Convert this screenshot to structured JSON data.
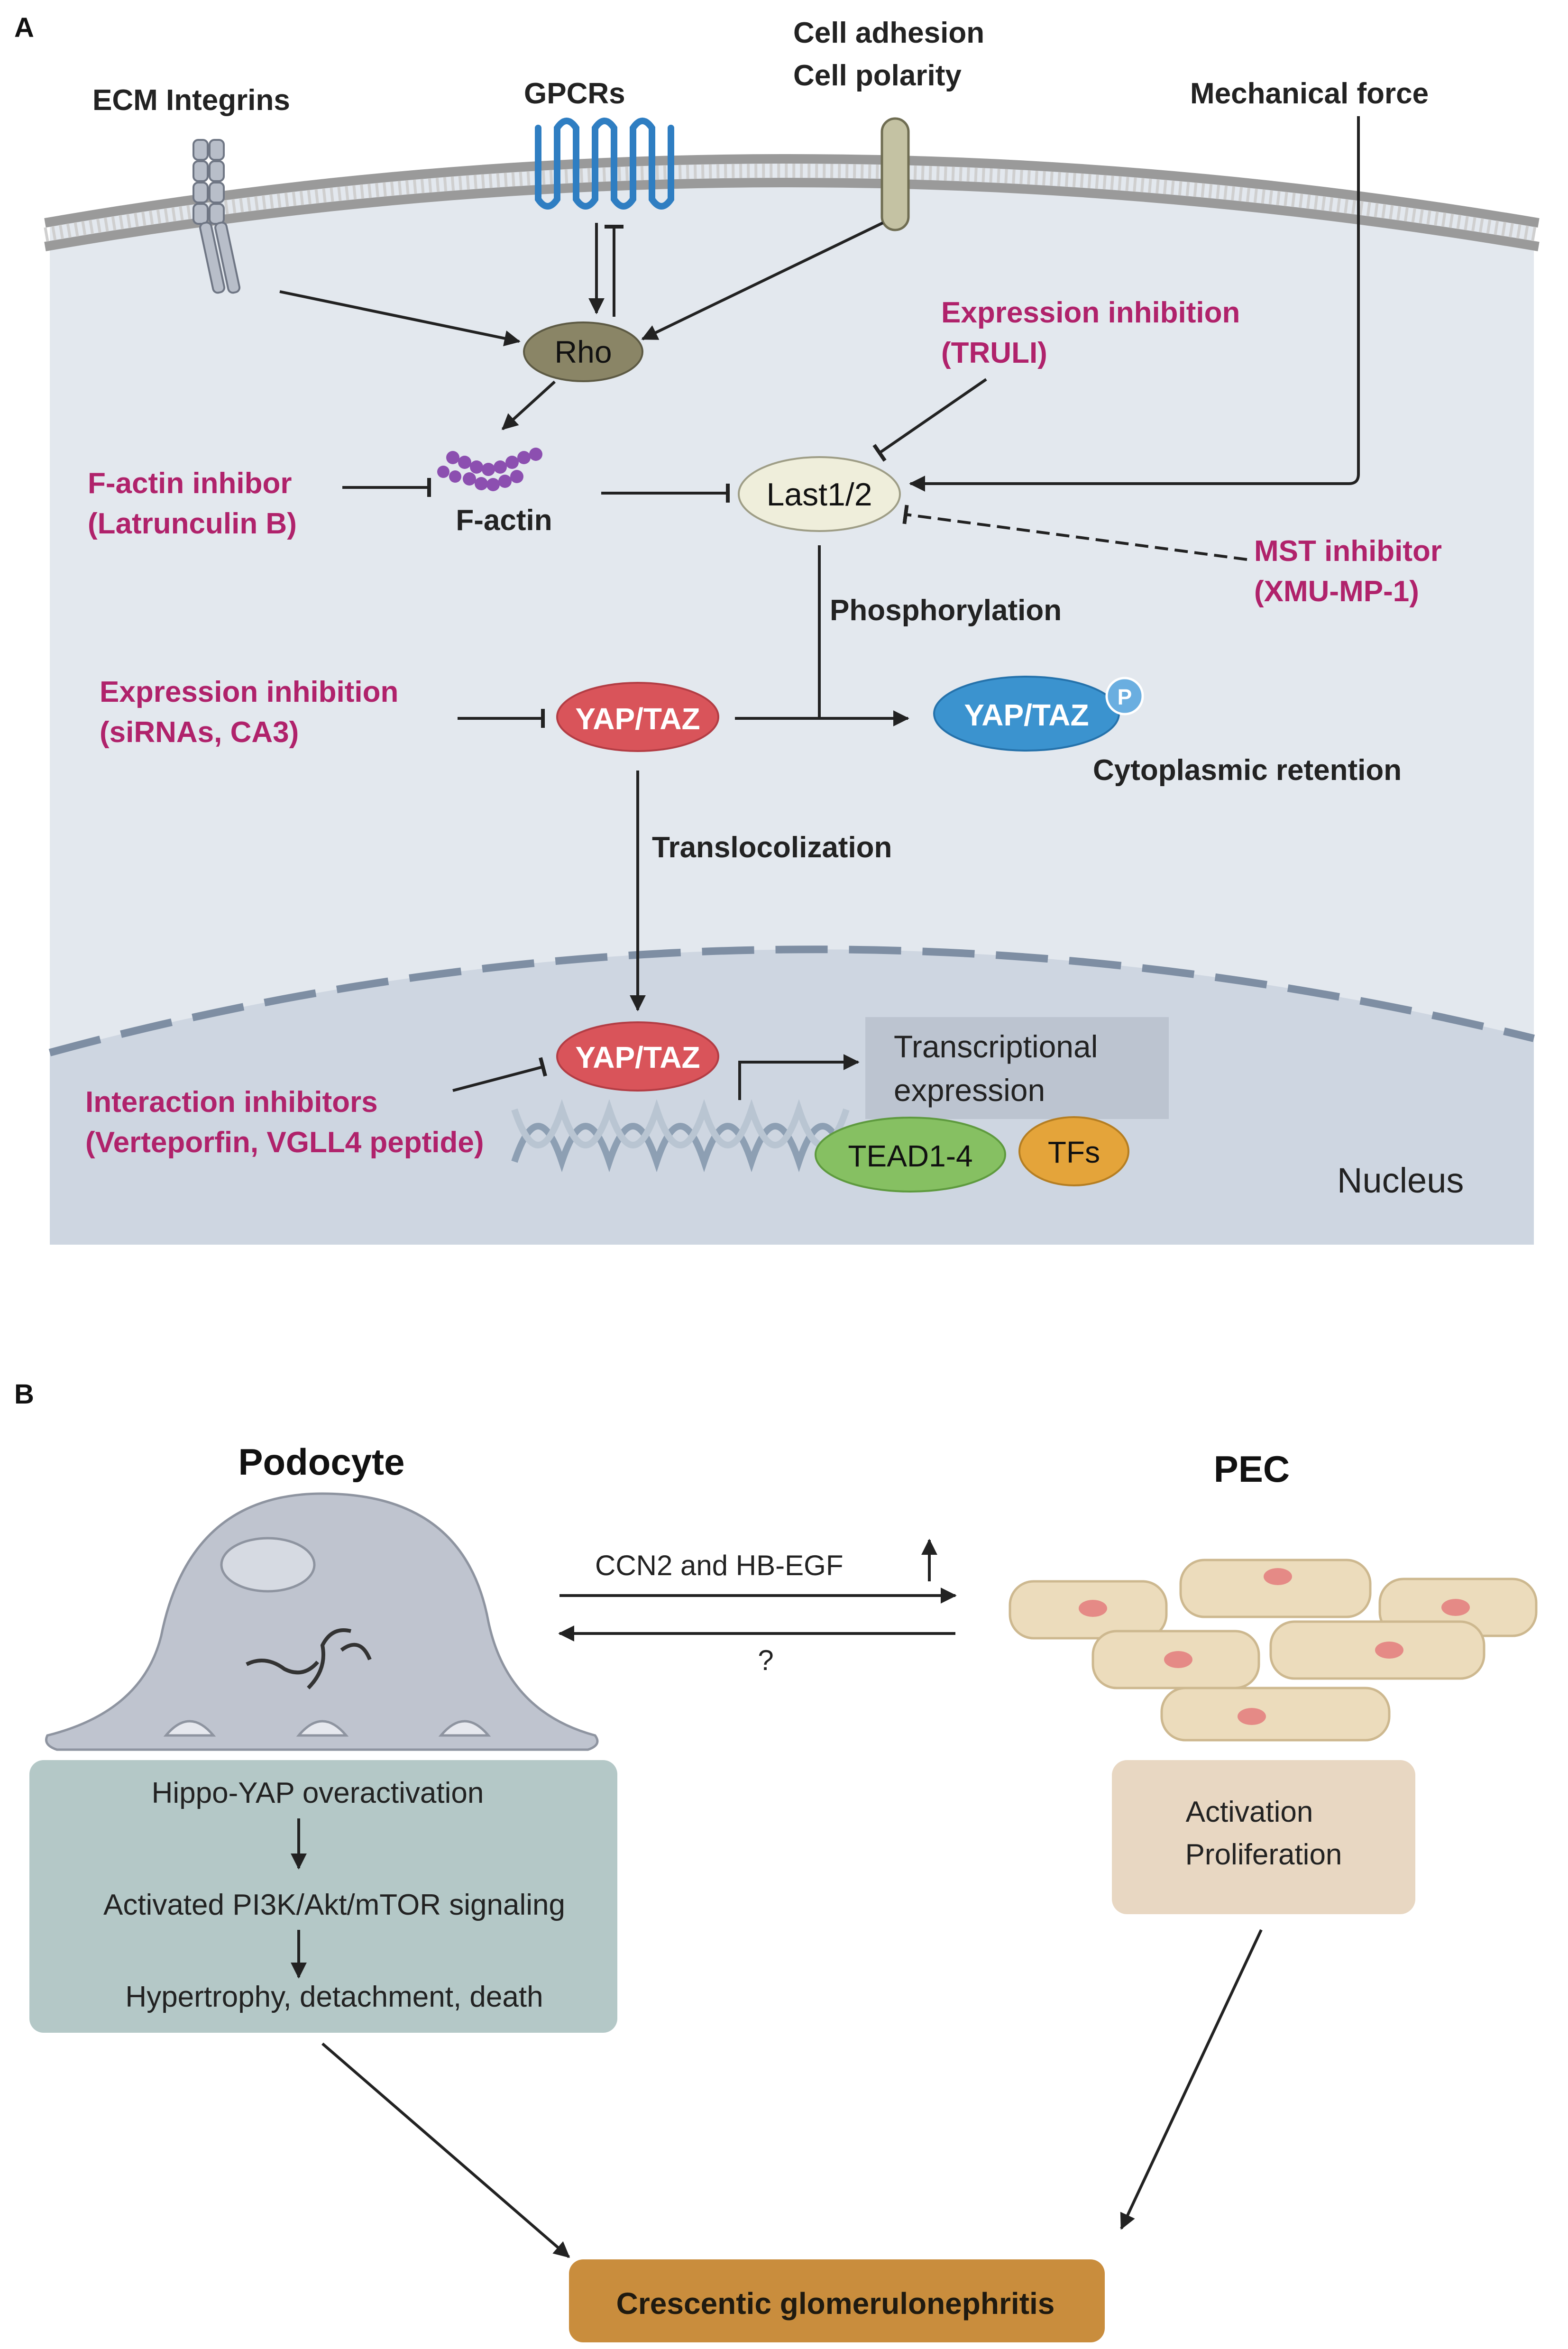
{
  "panel_a": {
    "label": "A",
    "ecm_integrins": "ECM Integrins",
    "gpcrs": "GPCRs",
    "cell_adhesion": "Cell adhesion",
    "cell_polarity": "Cell polarity",
    "mechanical_force": "Mechanical force",
    "rho": "Rho",
    "f_actin": "F-actin",
    "last": "Last1/2",
    "expr_inhib_truli_1": "Expression inhibition",
    "expr_inhib_truli_2": "(TRULI)",
    "factin_inhib_1": "F-actin inhibor",
    "factin_inhib_2": "(Latrunculin B)",
    "mst_inhib_1": "MST inhibitor",
    "mst_inhib_2": "(XMU-MP-1)",
    "phosphorylation": "Phosphorylation",
    "expr_inhib_sirna_1": "Expression inhibition",
    "expr_inhib_sirna_2": "(siRNAs, CA3)",
    "yap_taz": "YAP/TAZ",
    "yap_taz_p": "YAP/TAZ",
    "p": "P",
    "cytoplasmic_retention": "Cytoplasmic retention",
    "translocalization": "Translocolization",
    "yap_taz_nuc": "YAP/TAZ",
    "transcriptional_1": "Transcriptional",
    "transcriptional_2": "expression",
    "interaction_inhib_1": "Interaction inhibitors",
    "interaction_inhib_2": "(Verteporfin, VGLL4 peptide)",
    "tead": "TEAD1-4",
    "tfs": "TFs",
    "nucleus": "Nucleus"
  },
  "panel_b": {
    "label": "B",
    "podocyte": "Podocyte",
    "pec": "PEC",
    "ccn2": "CCN2 and HB-EGF",
    "question": "?",
    "hippo": "Hippo-YAP overactivation",
    "pi3k": "Activated PI3K/Akt/mTOR signaling",
    "hypertrophy": "Hypertrophy, detachment, death",
    "activation": "Activation",
    "proliferation": "Proliferation",
    "crescentic": "Crescentic glomerulonephritis"
  },
  "colors": {
    "inhibitor_text": "#b0226b",
    "cytoplasm": "#e3e8ee",
    "nucleus": "#ced6e1",
    "yap_red": "#d9545a",
    "yap_blue": "#3b93cf",
    "rho": "#8a8566",
    "factin": "#8c4fb0",
    "tead": "#86c062",
    "tfs": "#e4a43a",
    "podo_box": "#b4c8c7",
    "pec_box": "#e8d7c2",
    "crescentic": "#c98d3d"
  }
}
